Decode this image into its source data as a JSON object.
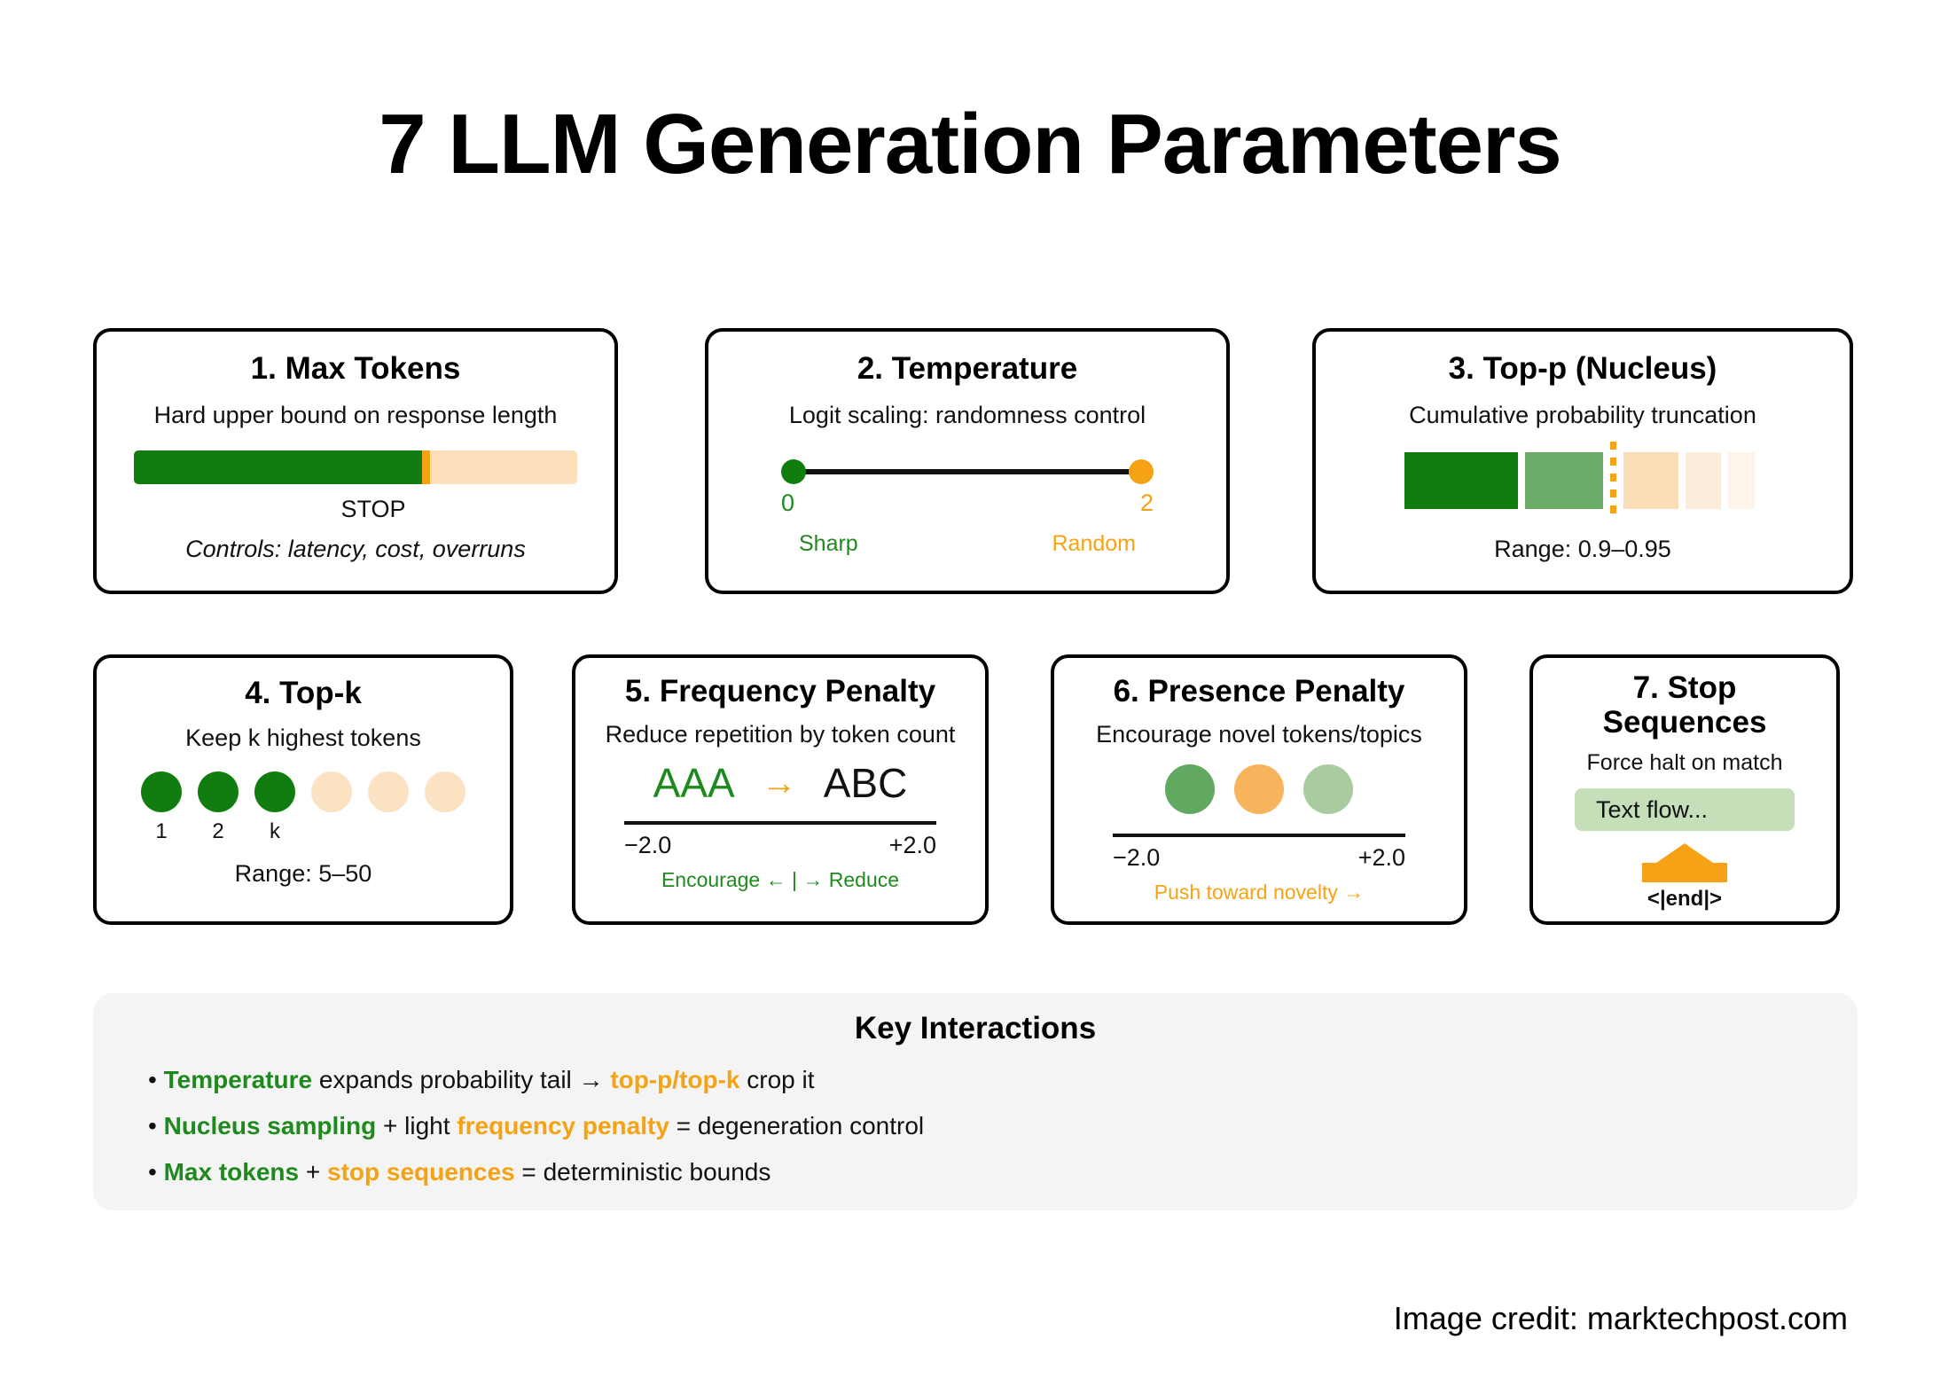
{
  "title": "7 LLM Generation Parameters",
  "cards": [
    {
      "id": "max-tokens",
      "title": "1. Max Tokens",
      "subtitle": "Hard upper bound on response length",
      "bar": {
        "fill_percent": 65,
        "stop_label": "STOP"
      },
      "footer": "Controls: latency, cost, overruns"
    },
    {
      "id": "temperature",
      "title": "2. Temperature",
      "subtitle": "Logit scaling: randomness control",
      "scale": {
        "min": "0",
        "max": "2",
        "min_label": "Sharp",
        "max_label": "Random"
      }
    },
    {
      "id": "top-p",
      "title": "3. Top-p (Nucleus)",
      "subtitle": "Cumulative probability truncation",
      "blocks": [
        {
          "width": 128,
          "color": "#117D11"
        },
        {
          "width": 88,
          "color": "#6DAC68"
        },
        {
          "width": 62,
          "color": "#FBDDB8"
        },
        {
          "width": 40,
          "color": "#FCEBD8"
        },
        {
          "width": 30,
          "color": "#FDF5EC"
        }
      ],
      "cutoff_after_block": 2,
      "footer": "Range: 0.9–0.95"
    },
    {
      "id": "top-k",
      "title": "4. Top-k",
      "subtitle": "Keep k highest tokens",
      "dots": [
        {
          "label": "1",
          "color": "#117D11"
        },
        {
          "label": "2",
          "color": "#117D11"
        },
        {
          "label": "k",
          "color": "#117D11"
        },
        {
          "label": "",
          "color": "#FBE2C3"
        },
        {
          "label": "",
          "color": "#FBE2C3"
        },
        {
          "label": "",
          "color": "#FBE2C3"
        }
      ],
      "footer": "Range: 5–50"
    },
    {
      "id": "frequency-penalty",
      "title": "5. Frequency Penalty",
      "subtitle": "Reduce repetition by token count",
      "demo": {
        "from": "AAA",
        "arrow": "→",
        "to": "ABC"
      },
      "scale": {
        "min": "−2.0",
        "max": "+2.0"
      },
      "note": "Encourage ← | → Reduce"
    },
    {
      "id": "presence-penalty",
      "title": "6. Presence Penalty",
      "subtitle": "Encourage novel tokens/topics",
      "dots": [
        {
          "color": "#61A860"
        },
        {
          "color": "#F8B45C"
        },
        {
          "color": "#A8CCA0"
        }
      ],
      "scale": {
        "min": "−2.0",
        "max": "+2.0"
      },
      "note": "Push toward novelty →"
    },
    {
      "id": "stop-sequences",
      "title": "7. Stop\nSequences",
      "subtitle": "Force halt on match",
      "flow_text": "Text flow...",
      "marker_label": "<|end|>"
    }
  ],
  "key_interactions": {
    "title": "Key Interactions",
    "bullets": [
      {
        "prefix": "• ",
        "a": "Temperature",
        "mid1": " expands probability tail → ",
        "b": "top-p/top-k",
        "mid2": " crop it",
        "tail": ""
      },
      {
        "prefix": "• ",
        "a": "Nucleus sampling",
        "mid1": " + light ",
        "b": "frequency penalty",
        "mid2": " = degeneration control",
        "tail": ""
      },
      {
        "prefix": "• ",
        "a": "Max tokens",
        "mid1": " + ",
        "b": "stop sequences",
        "mid2": " = deterministic bounds",
        "tail": ""
      }
    ]
  },
  "credit": "Image credit: marktechpost.com",
  "colors": {
    "green_dark": "#117D11",
    "green_text": "#1E8A1E",
    "orange": "#F5A314",
    "peach": "#FCE0BC",
    "panel_bg": "#F4F4F4"
  }
}
